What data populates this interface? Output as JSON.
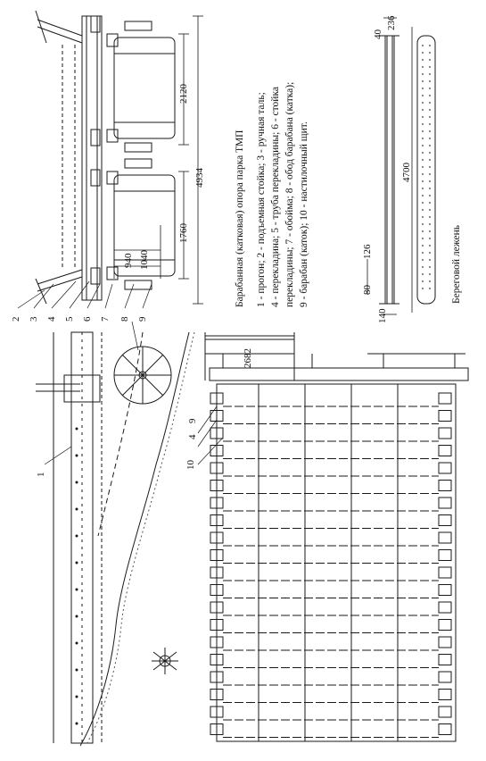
{
  "caption": {
    "title": "Барабанная (катковая) опора парка ТМП",
    "lines": [
      "1 - прогон; 2 - подъемная стойка; 3 - ручная таль;",
      "4 - перекладина; 5 - труба перекладины; 6 - стойка",
      "перекладины; 7 - обойма; 8 - обод барабана (катка);",
      "9 - барабан (каток); 10 - настилочный щит."
    ]
  },
  "shore_beam_label": "Береговой лежень",
  "dims": {
    "d4934": "4934",
    "d2120": "2120",
    "d1760": "1760",
    "d940": "940",
    "d1040": "1040",
    "d2682": "2682",
    "d4700": "4700",
    "d126": "126",
    "d80": "80",
    "d140": "140",
    "d236": "236",
    "d40": "40"
  },
  "callouts": [
    "1",
    "2",
    "3",
    "4",
    "5",
    "6",
    "7",
    "8",
    "9",
    "10",
    "4",
    "9"
  ],
  "colors": {
    "line": "#1a1a1a",
    "paper": "#ffffff",
    "hatch": "#555555"
  }
}
